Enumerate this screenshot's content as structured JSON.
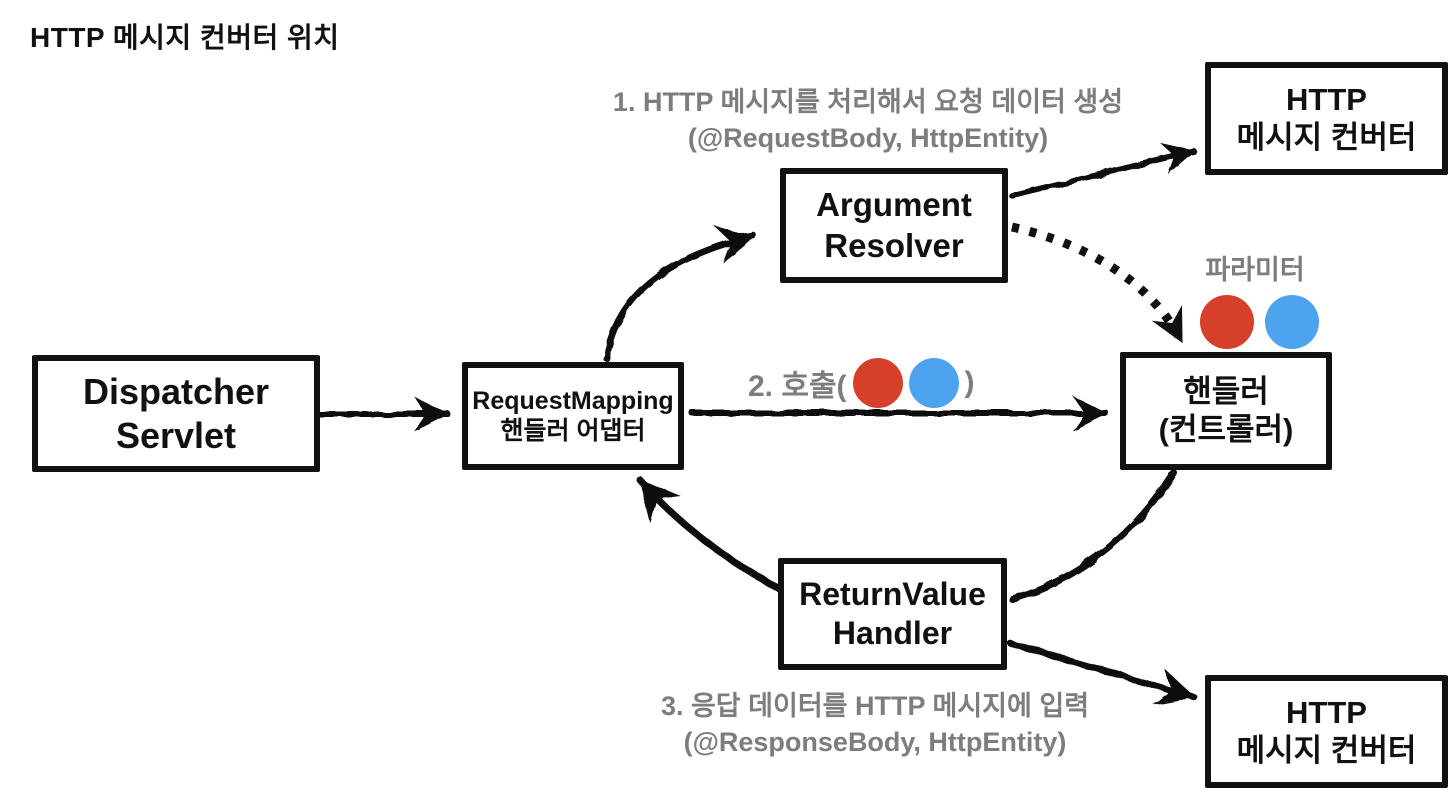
{
  "title": "HTTP 메시지 컨버터 위치",
  "colors": {
    "box_border": "#111111",
    "note_gray": "#7d7d7d",
    "red_dot": "#d6402a",
    "blue_dot": "#4da3f0"
  },
  "boxes": {
    "dispatcher_servlet": {
      "line1": "Dispatcher",
      "line2": "Servlet"
    },
    "request_mapping_adapter": {
      "line1": "RequestMapping",
      "line2": "핸들러 어댑터"
    },
    "argument_resolver": {
      "line1": "Argument",
      "line2": "Resolver"
    },
    "handler": {
      "line1": "핸들러",
      "line2": "(컨트롤러)"
    },
    "http_message_converter_top": {
      "line1": "HTTP",
      "line2": "메시지 컨버터"
    },
    "return_value_handler": {
      "line1": "ReturnValue",
      "line2": "Handler"
    },
    "http_message_converter_bottom": {
      "line1": "HTTP",
      "line2": "메시지 컨버터"
    }
  },
  "notes": {
    "step1_line1": "1. HTTP 메시지를 처리해서 요청 데이터 생성",
    "step1_line2": "(@RequestBody, HttpEntity)",
    "step2_prefix": "2. 호출(",
    "step2_suffix": ")",
    "parameter_label": "파라미터",
    "step3_line1": "3. 응답 데이터를 HTTP 메시지에 입력",
    "step3_line2": "(@ResponseBody, HttpEntity)"
  }
}
